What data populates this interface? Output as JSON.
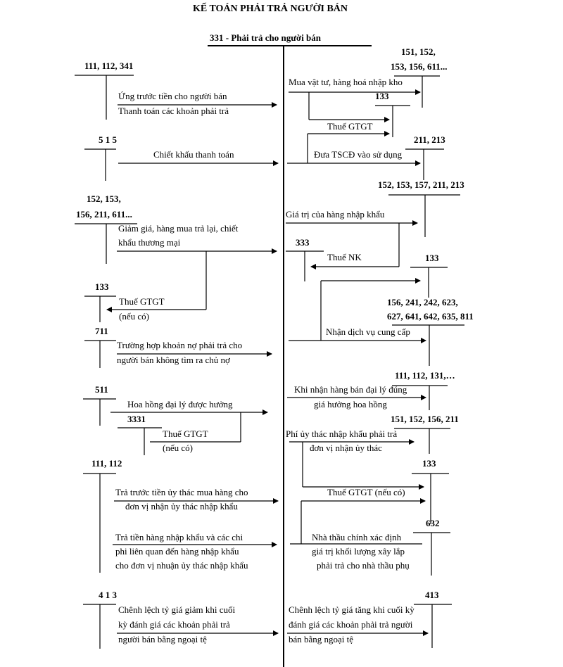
{
  "title": "KẾ TOÁN PHẢI TRẢ NGƯỜI BÁN",
  "account": "331 - Phải trả cho người bán",
  "left": {
    "acc_111_112_341": "111, 112, 341",
    "ung_truoc": "Ứng trước tiền cho người bán",
    "thanh_toan": "Thanh toán các khoản phải trả",
    "acc_515": "5 1 5",
    "chiet_khau_tt": "Chiết khấu thanh toán",
    "acc_152_153": "152, 153,",
    "acc_156_211_611": "156, 211, 611...",
    "giam_gia_1": "Giảm giá, hàng mua trả lại, chiết",
    "giam_gia_2": "khẩu thương mại",
    "acc_133": "133",
    "thue_gtgt": "Thuế GTGT",
    "neu_co": "(nếu có)",
    "acc_711": "711",
    "truong_hop_1": "Trường hợp khoản nợ phải trả cho",
    "truong_hop_2": "người bán không tìm ra chủ nợ",
    "acc_511": "511",
    "hoa_hong": "Hoa hồng đại lý được hưởng",
    "acc_3331": "3331",
    "thue_gtgt_2": "Thuế GTGT",
    "neu_co_2": "(nếu có)",
    "acc_111_112": "111, 112",
    "tra_truoc_1": "Trả trước tiền ủy thác mua hàng cho",
    "tra_truoc_2": "đơn vị nhận ủy thác nhập khẩu",
    "tra_tien_1": "Trả tiền hàng nhập khẩu và các chi",
    "tra_tien_2": "phi liên quan đến hàng nhập khẩu",
    "tra_tien_3": "cho đơn vị nhuận ủy thác nhập khẩu",
    "acc_413": "4 1 3",
    "chenh_lech_1": "Chênh lệch tỷ giá giảm khi cuối",
    "chenh_lech_2": "kỳ đánh giá các khoản phải trả",
    "chenh_lech_3": "người bán bằng ngoại tệ"
  },
  "right": {
    "acc_151_152": "151, 152,",
    "acc_153_156_611": "153, 156, 611...",
    "mua_vat_tu": "Mua vật tư, hàng hoá nhập kho",
    "acc_133_a": "133",
    "thue_gtgt_a": "Thuế GTGT",
    "acc_211_213": "211, 213",
    "dua_tscd": "Đưa TSCĐ vào sử dụng",
    "acc_152_157": "152, 153, 157, 211, 213",
    "gia_tri_nk": "Giá trị của hàng nhập khẩu",
    "acc_333": "333",
    "thue_nk": "Thuế NK",
    "acc_133_b": "133",
    "acc_156_241": "156, 241, 242, 623,",
    "acc_627_811": "627, 641, 642, 635, 811",
    "nhan_dich_vu": "Nhận dịch vụ  cung cấp",
    "acc_111_131": "111, 112, 131,…",
    "khi_nhan_1": "Khi nhận hàng bán đại lý đúng",
    "khi_nhan_2": "giá hưởng hoa hồng",
    "acc_151_211": "151, 152, 156, 211",
    "phi_uy_thac_1": "Phí ủy thác nhập khẩu phải trả",
    "phi_uy_thac_2": "đơn vị nhận ủy thác",
    "acc_133_c": "133",
    "thue_gtgt_c": "Thuế GTGT (nếu có)",
    "acc_632": "632",
    "nha_thau_1": "Nhà thầu chính xác định",
    "nha_thau_2": "giá trị khối lượng xây lắp",
    "nha_thau_3": "phải trả cho nhà thầu phụ",
    "acc_413": "413",
    "chenh_lech_1": "Chênh lệch tỷ giá tăng khi cuối kỳ",
    "chenh_lech_2": "đánh giá các khoản phải trả người",
    "chenh_lech_3": "bán bằng ngoại tệ"
  }
}
